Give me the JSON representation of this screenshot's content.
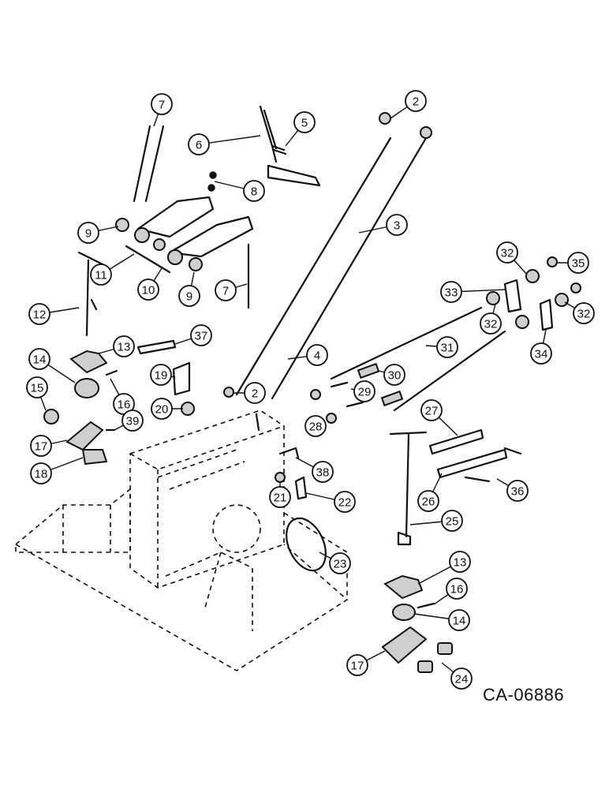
{
  "drawing_code": "CA-06886",
  "callouts": [
    "7",
    "2",
    "5",
    "6",
    "8",
    "9",
    "3",
    "11",
    "10",
    "9",
    "7",
    "12",
    "32",
    "35",
    "33",
    "32",
    "32",
    "13",
    "37",
    "14",
    "19",
    "16",
    "15",
    "20",
    "2",
    "4",
    "31",
    "30",
    "34",
    "29",
    "28",
    "39",
    "17",
    "27",
    "18",
    "38",
    "21",
    "22",
    "26",
    "36",
    "25",
    "23",
    "13",
    "16",
    "14",
    "17",
    "24"
  ]
}
